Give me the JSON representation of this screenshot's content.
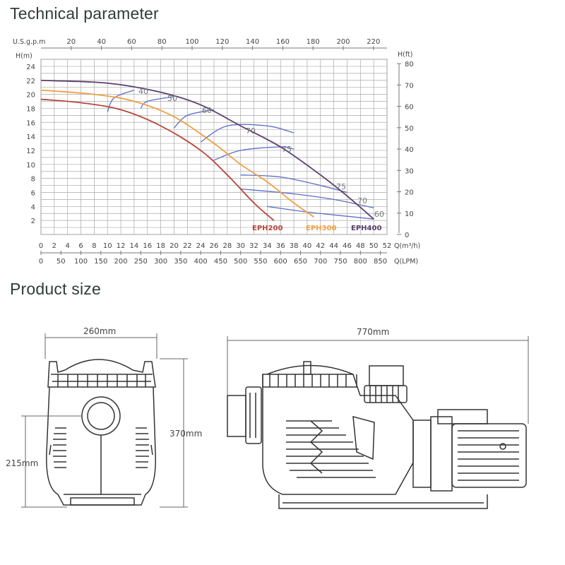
{
  "headings": {
    "technical": "Technical parameter",
    "product": "Product size"
  },
  "chart_data": {
    "type": "line",
    "title": "",
    "axes": {
      "left": {
        "label": "H(m)",
        "range": [
          0,
          25
        ],
        "ticks": [
          2,
          4,
          6,
          8,
          10,
          12,
          14,
          16,
          18,
          20,
          22,
          24
        ]
      },
      "right": {
        "label": "H(ft)",
        "ticks": [
          0,
          10,
          20,
          30,
          40,
          50,
          60,
          70,
          80
        ]
      },
      "top": {
        "label": "U.S.g.p.m",
        "ticks": [
          20,
          40,
          60,
          80,
          100,
          120,
          140,
          160,
          180,
          200,
          220
        ]
      },
      "bottom1": {
        "label": "Q(m³/h)",
        "range": [
          0,
          52
        ],
        "ticks": [
          0,
          2,
          4,
          6,
          8,
          10,
          12,
          14,
          16,
          18,
          20,
          22,
          24,
          26,
          28,
          30,
          32,
          34,
          36,
          38,
          40,
          42,
          44,
          46,
          48,
          50,
          52
        ]
      },
      "bottom2": {
        "label": "Q(LPM)",
        "ticks": [
          0,
          50,
          100,
          150,
          200,
          250,
          300,
          350,
          400,
          450,
          500,
          550,
          600,
          650,
          700,
          750,
          800,
          850
        ]
      }
    },
    "grid": true,
    "series": [
      {
        "name": "EPH200",
        "color": "#b8453a",
        "x": [
          0,
          6,
          12,
          18,
          24,
          28,
          32,
          35
        ],
        "y": [
          19.3,
          18.8,
          17.8,
          15.5,
          12.0,
          8.5,
          4.5,
          2.0
        ]
      },
      {
        "name": "EPH300",
        "color": "#f0a044",
        "x": [
          0,
          8,
          14,
          20,
          26,
          30,
          34,
          38,
          41
        ],
        "y": [
          20.6,
          20.0,
          19.0,
          16.8,
          13.0,
          10.0,
          7.5,
          4.5,
          2.5
        ]
      },
      {
        "name": "EPH400",
        "color": "#5a3f6c",
        "x": [
          0,
          10,
          18,
          24,
          30,
          36,
          42,
          46,
          50
        ],
        "y": [
          22.0,
          21.6,
          20.3,
          18.5,
          15.5,
          12.5,
          8.5,
          5.5,
          2.2
        ]
      }
    ],
    "efficiency_curves": {
      "color": "#5b6ec8",
      "labels": [
        "40",
        "50",
        "60",
        "70",
        "75",
        "75",
        "70",
        "60"
      ]
    }
  },
  "product_size": {
    "width_label": "260mm",
    "height_label": "370mm",
    "inlet_height_label": "215mm",
    "length_label": "770mm"
  }
}
